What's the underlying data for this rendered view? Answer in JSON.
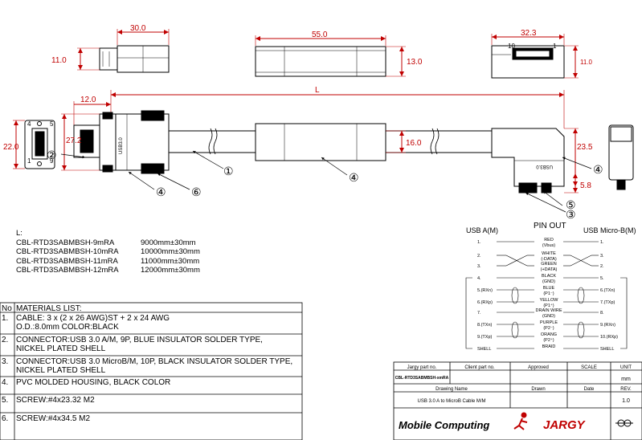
{
  "dimensions": {
    "d30": "30.0",
    "d55": "55.0",
    "d32": "32.3",
    "d11a": "11.0",
    "d13": "13.0",
    "d11b": "11.0",
    "L": "L",
    "d12": "12.0",
    "d22": "22.0",
    "d27": "27.2",
    "d16": "16.0",
    "d23": "23.5",
    "d58": "5.8"
  },
  "pins": {
    "p4": "4",
    "p5": "5",
    "p1": "1",
    "p9": "9",
    "p10": "10",
    "p1b": "1"
  },
  "callouts": {
    "c1": "①",
    "c2": "②",
    "c3": "③",
    "c4a": "④",
    "c4b": "④",
    "c4c": "④",
    "c5": "⑤",
    "c6": "⑥"
  },
  "connector_marks": {
    "usb_a": "USB3.0",
    "micro": "USB3.0"
  },
  "lengths": {
    "heading": "L:",
    "items": [
      {
        "pn": "CBL-RTD3SABMBSH-9mRA",
        "len": "9000mm±30mm"
      },
      {
        "pn": "CBL-RTD3SABMBSH-10mRA",
        "len": "10000mm±30mm"
      },
      {
        "pn": "CBL-RTD3SABMBSH-11mRA",
        "len": "11000mm±30mm"
      },
      {
        "pn": "CBL-RTD3SABMBSH-12mRA",
        "len": "12000mm±30mm"
      }
    ]
  },
  "pinout": {
    "title": "PIN OUT",
    "left_header": "USB A(M)",
    "right_header": "USB Micro-B(M)",
    "rows": [
      {
        "l": "1.",
        "c1": "RED",
        "c2": "(Vbus)",
        "r": "1."
      },
      {
        "l": "2.",
        "c1": "WHITE",
        "c2": "(-DATA)",
        "r": "3."
      },
      {
        "l": "3.",
        "c1": "GREEN",
        "c2": "(+DATA)",
        "r": "2."
      },
      {
        "l": "4.",
        "c1": "BLACK",
        "c2": "(GND)",
        "r": "5."
      },
      {
        "l": "5.(RXn)",
        "c1": "BLUE",
        "c2": "(P1⁻)",
        "r": "6.(TXn)"
      },
      {
        "l": "6.(RXp)",
        "c1": "YELLOW",
        "c2": "(P1⁺)",
        "r": "7.(TXp)"
      },
      {
        "l": "7.",
        "c1": "DRAIN WIRE",
        "c2": "(GND)",
        "r": "8."
      },
      {
        "l": "8.(TXn)",
        "c1": "PURPLE",
        "c2": "(P2⁻)",
        "r": "9.(RXn)"
      },
      {
        "l": "9.(TXp)",
        "c1": "ORANG",
        "c2": "(P2⁺)",
        "r": "10.(RXp)"
      },
      {
        "l": "SHELL",
        "c1": "BRAID",
        "c2": "",
        "r": "SHELL"
      }
    ]
  },
  "materials": {
    "header_no": "No",
    "header": "MATERIALS LIST:",
    "items": [
      {
        "no": "1.",
        "text": "CABLE: 3 x (2 x 26 AWG)ST + 2 x 24 AWG\nO.D.:8.0mm COLOR:BLACK"
      },
      {
        "no": "2.",
        "text": "CONNECTOR:USB 3.0 A/M, 9P, BLUE INSULATOR SOLDER TYPE,\nNICKEL PLATED SHELL"
      },
      {
        "no": "3.",
        "text": "CONNECTOR:USB 3.0 MicroB/M, 10P, BLACK INSULATOR SOLDER TYPE,\nNICKEL PLATED SHELL"
      },
      {
        "no": "4.",
        "text": "PVC MOLDED HOUSING, BLACK COLOR"
      },
      {
        "no": "5.",
        "text": "SCREW:#4x23.32 M2"
      },
      {
        "no": "6.",
        "text": "SCREW:#4x34.5 M2"
      }
    ]
  },
  "title_block": {
    "jargy_pn_label": "Jargy part no.",
    "client_pn_label": "Client part no.",
    "approved_label": "Approved",
    "scale_label": "SCALE",
    "unit_label": "UNIT",
    "jargy_pn": "CBL-RTD3SABMBSH-xmRA",
    "unit": "mm",
    "drawing_name_label": "Drawing Name",
    "drawn_label": "Drawn",
    "date_label": "Date",
    "rev_label": "REV.",
    "drawing_name": "USB 3.0 A to MicroB Cable M/M",
    "rev": "1.0",
    "brand1": "Mobile Computing",
    "brand2": "JARGY",
    "brand_icon": "logo-icon"
  },
  "colors": {
    "dimension": "#c00000",
    "line": "#000000",
    "brand": "#c00000"
  }
}
